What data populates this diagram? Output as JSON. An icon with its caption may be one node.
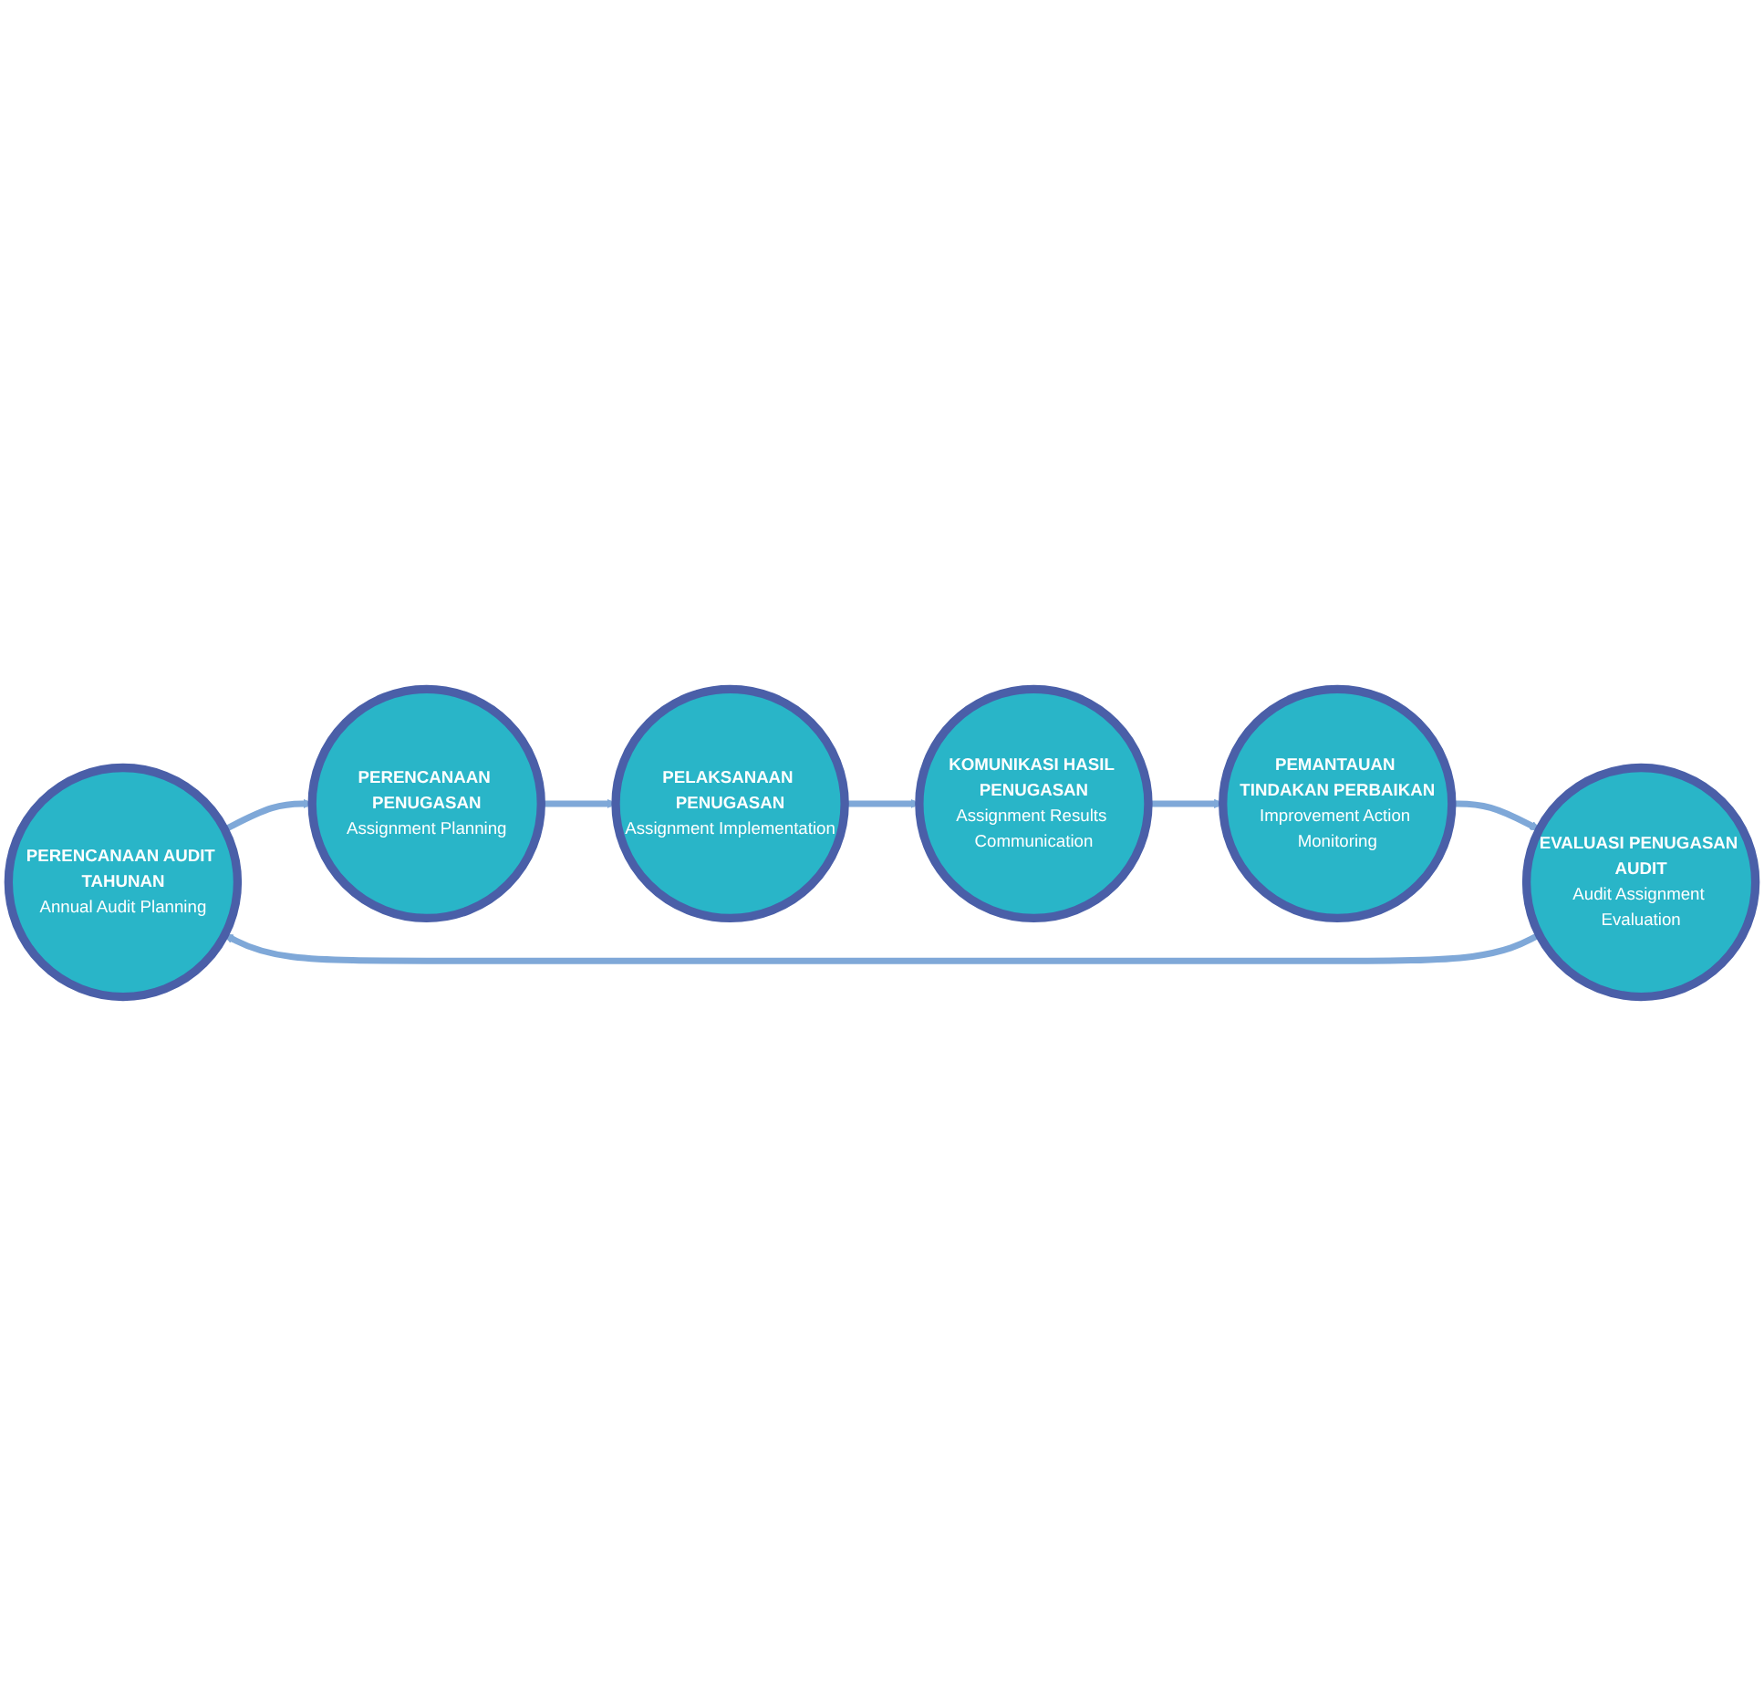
{
  "diagram": {
    "nodes": [
      {
        "text": [
          "PERENCANAAN AUDIT TAHUNAN",
          "Annual Audit Planning"
        ]
      },
      {
        "text": [
          "PERENCANAAN PENUGASAN",
          "Assignment Planning"
        ]
      },
      {
        "text": [
          "PELAKSANAAN PENUGASAN",
          "Assignment Implementation"
        ]
      },
      {
        "text": [
          "KOMUNIKASI HASIL PENUGASAN",
          "Assignment Results Communication"
        ]
      },
      {
        "text": [
          "PEMANTAUAN TINDAKAN PERBAIKAN",
          "Improvement Action Monitoring"
        ]
      },
      {
        "text": [
          "EVALUASI PENUGASAN AUDIT",
          "Audit Assignment Evaluation"
        ]
      }
    ],
    "edges": [
      {
        "from": 0,
        "to": 1,
        "arrow": "to"
      },
      {
        "from": 1,
        "to": 2,
        "arrow": "to"
      },
      {
        "from": 2,
        "to": 3,
        "arrow": "to"
      },
      {
        "from": 3,
        "to": 4,
        "arrow": "to"
      },
      {
        "from": 4,
        "to": 5,
        "arrow": "to"
      },
      {
        "from": 5,
        "to": 0,
        "arrow": "to"
      }
    ]
  }
}
